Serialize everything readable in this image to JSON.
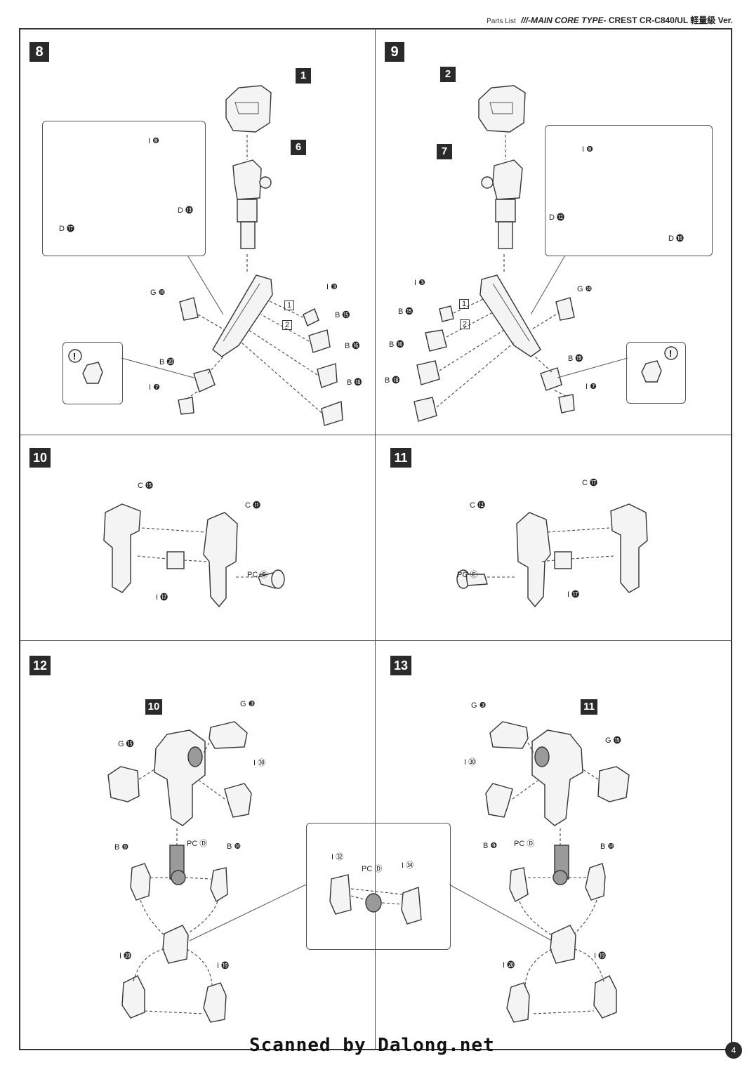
{
  "header": {
    "parts_list": "Parts List",
    "series": "///-MAIN CORE TYPE-",
    "model": "CREST CR-C840/UL 軽量級 Ver."
  },
  "steps": {
    "s8": "8",
    "s9": "9",
    "s10": "10",
    "s11": "11",
    "s12": "12",
    "s13": "13"
  },
  "step8": {
    "ref_a": "1",
    "ref_b": "6",
    "labels": [
      "I ❽",
      "D ⓭",
      "D ⓱",
      "G ❿",
      "I ❸",
      "B ⓯",
      "B ⓰",
      "B ⓲",
      "B ⓴",
      "I ❼"
    ],
    "sub1": "1",
    "sub2": "2"
  },
  "step9": {
    "ref_a": "2",
    "ref_b": "7",
    "labels": [
      "I ❽",
      "D ⓬",
      "D ⓰",
      "G ❿",
      "I ❸",
      "B ⓯",
      "B ⓰",
      "B ⓲",
      "B ⓳",
      "I ❼"
    ],
    "sub1": "1",
    "sub2": "2"
  },
  "step10": {
    "labels": [
      "C ⓯",
      "C ⓫",
      "PC Ⓔ",
      "I ⓱"
    ]
  },
  "step11": {
    "labels": [
      "C ⓱",
      "C ⓬",
      "PC Ⓔ",
      "I ⓱"
    ]
  },
  "step12": {
    "ref": "10",
    "labels": [
      "G ❸",
      "G ⓯",
      "I ㉚",
      "B ❾",
      "PC Ⓓ",
      "B ❿",
      "I ⓴",
      "I ⓳"
    ]
  },
  "step13": {
    "ref": "11",
    "labels": [
      "G ❸",
      "G ⓯",
      "I ㉚",
      "B ❾",
      "PC Ⓓ",
      "B ❿",
      "I ⓴",
      "I ⓳"
    ]
  },
  "detail": {
    "labels": [
      "I ㉜",
      "PC Ⓓ",
      "I ㉞"
    ]
  },
  "footer": {
    "scan": "Scanned by Dalong.net",
    "page": "4"
  }
}
